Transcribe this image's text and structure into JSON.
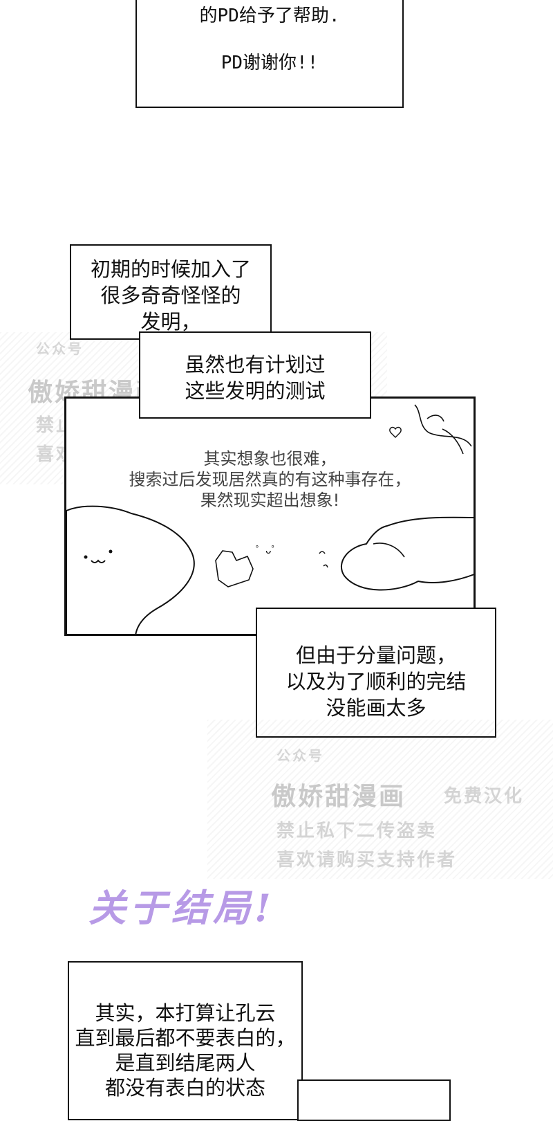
{
  "panel_top": {
    "text": "的PD给予了帮助.\n\nPD谢谢你!!"
  },
  "panel_early": {
    "text": "初期的时候加入了\n很多奇奇怪怪的\n发明，"
  },
  "panel_plan": {
    "text": "虽然也有计划过\n这些发明的测试"
  },
  "panel_art": {
    "text": "其实想象也很难，\n搜索过后发现居然真的有这种事存在，\n果然现实超出想象!"
  },
  "panel_volume": {
    "text": "但由于分量问题，\n以及为了顺利的完结\n没能画太多"
  },
  "section_title": "关于结局!",
  "panel_ending": {
    "text": "其实，本打算让孔云\n直到最后都不要表白的，\n是直到结尾两人\n都没有表白的状态"
  },
  "watermark": {
    "line1": "公众号",
    "line2": "傲娇甜漫画",
    "line2_suffix": "免费汉化",
    "line3": "禁止私下二传盗卖",
    "line4": "喜欢请购买支持作者"
  },
  "colors": {
    "title": "#b79ae6",
    "border": "#111111"
  }
}
